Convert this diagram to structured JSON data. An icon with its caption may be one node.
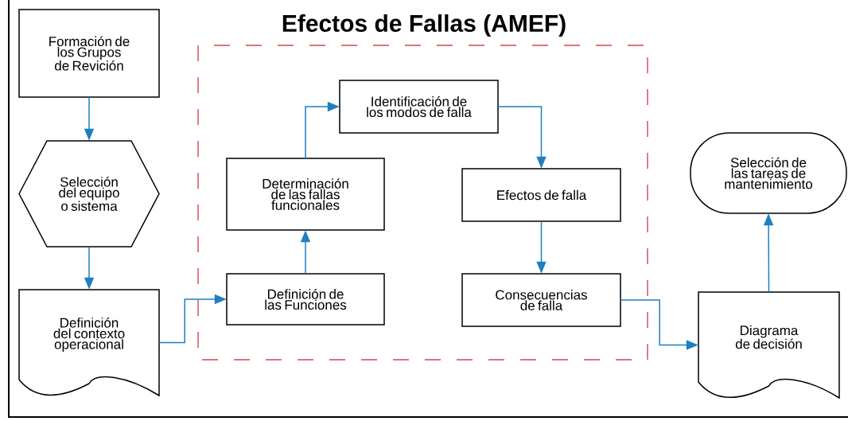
{
  "diagram": {
    "nodes": [
      {
        "text": [
          "Efectos de Fallas (AMEF)"
        ]
      },
      {
        "text": [
          "Formación de los Grupos de Revición"
        ]
      },
      {
        "text": [
          "Selección del equipo o sistema"
        ]
      },
      {
        "text": [
          "Definición del contexto operacional"
        ]
      },
      {
        "text": [
          "Determinación de las fallas funcionales"
        ],
        "in": 0
      },
      {
        "text": [
          "Definición de las Funciones"
        ],
        "in": 0
      },
      {
        "text": [
          "Identificación de los modos de falla"
        ],
        "in": 0
      },
      {
        "text": [
          "Efectos de falla"
        ],
        "in": 0
      },
      {
        "text": [
          "Consecuencias de falla"
        ],
        "in": 0
      },
      {
        "text": [
          "Diagrama de decisión"
        ]
      },
      {
        "text": [
          "Selección de las tareas de mantenimiento"
        ]
      }
    ],
    "edges": [
      {
        "from": 1,
        "to": 2,
        "arrow": "to"
      },
      {
        "from": 2,
        "to": 3,
        "arrow": "to"
      },
      {
        "from": 3,
        "to": 5,
        "arrow": "to"
      },
      {
        "from": 5,
        "to": 4,
        "arrow": "to"
      },
      {
        "from": 4,
        "to": 6,
        "arrow": "to"
      },
      {
        "from": 6,
        "to": 7,
        "arrow": "to"
      },
      {
        "from": 7,
        "to": 8,
        "arrow": "to"
      },
      {
        "from": 8,
        "to": 9,
        "arrow": "to"
      },
      {
        "from": 9,
        "to": 10,
        "arrow": "to"
      }
    ]
  }
}
